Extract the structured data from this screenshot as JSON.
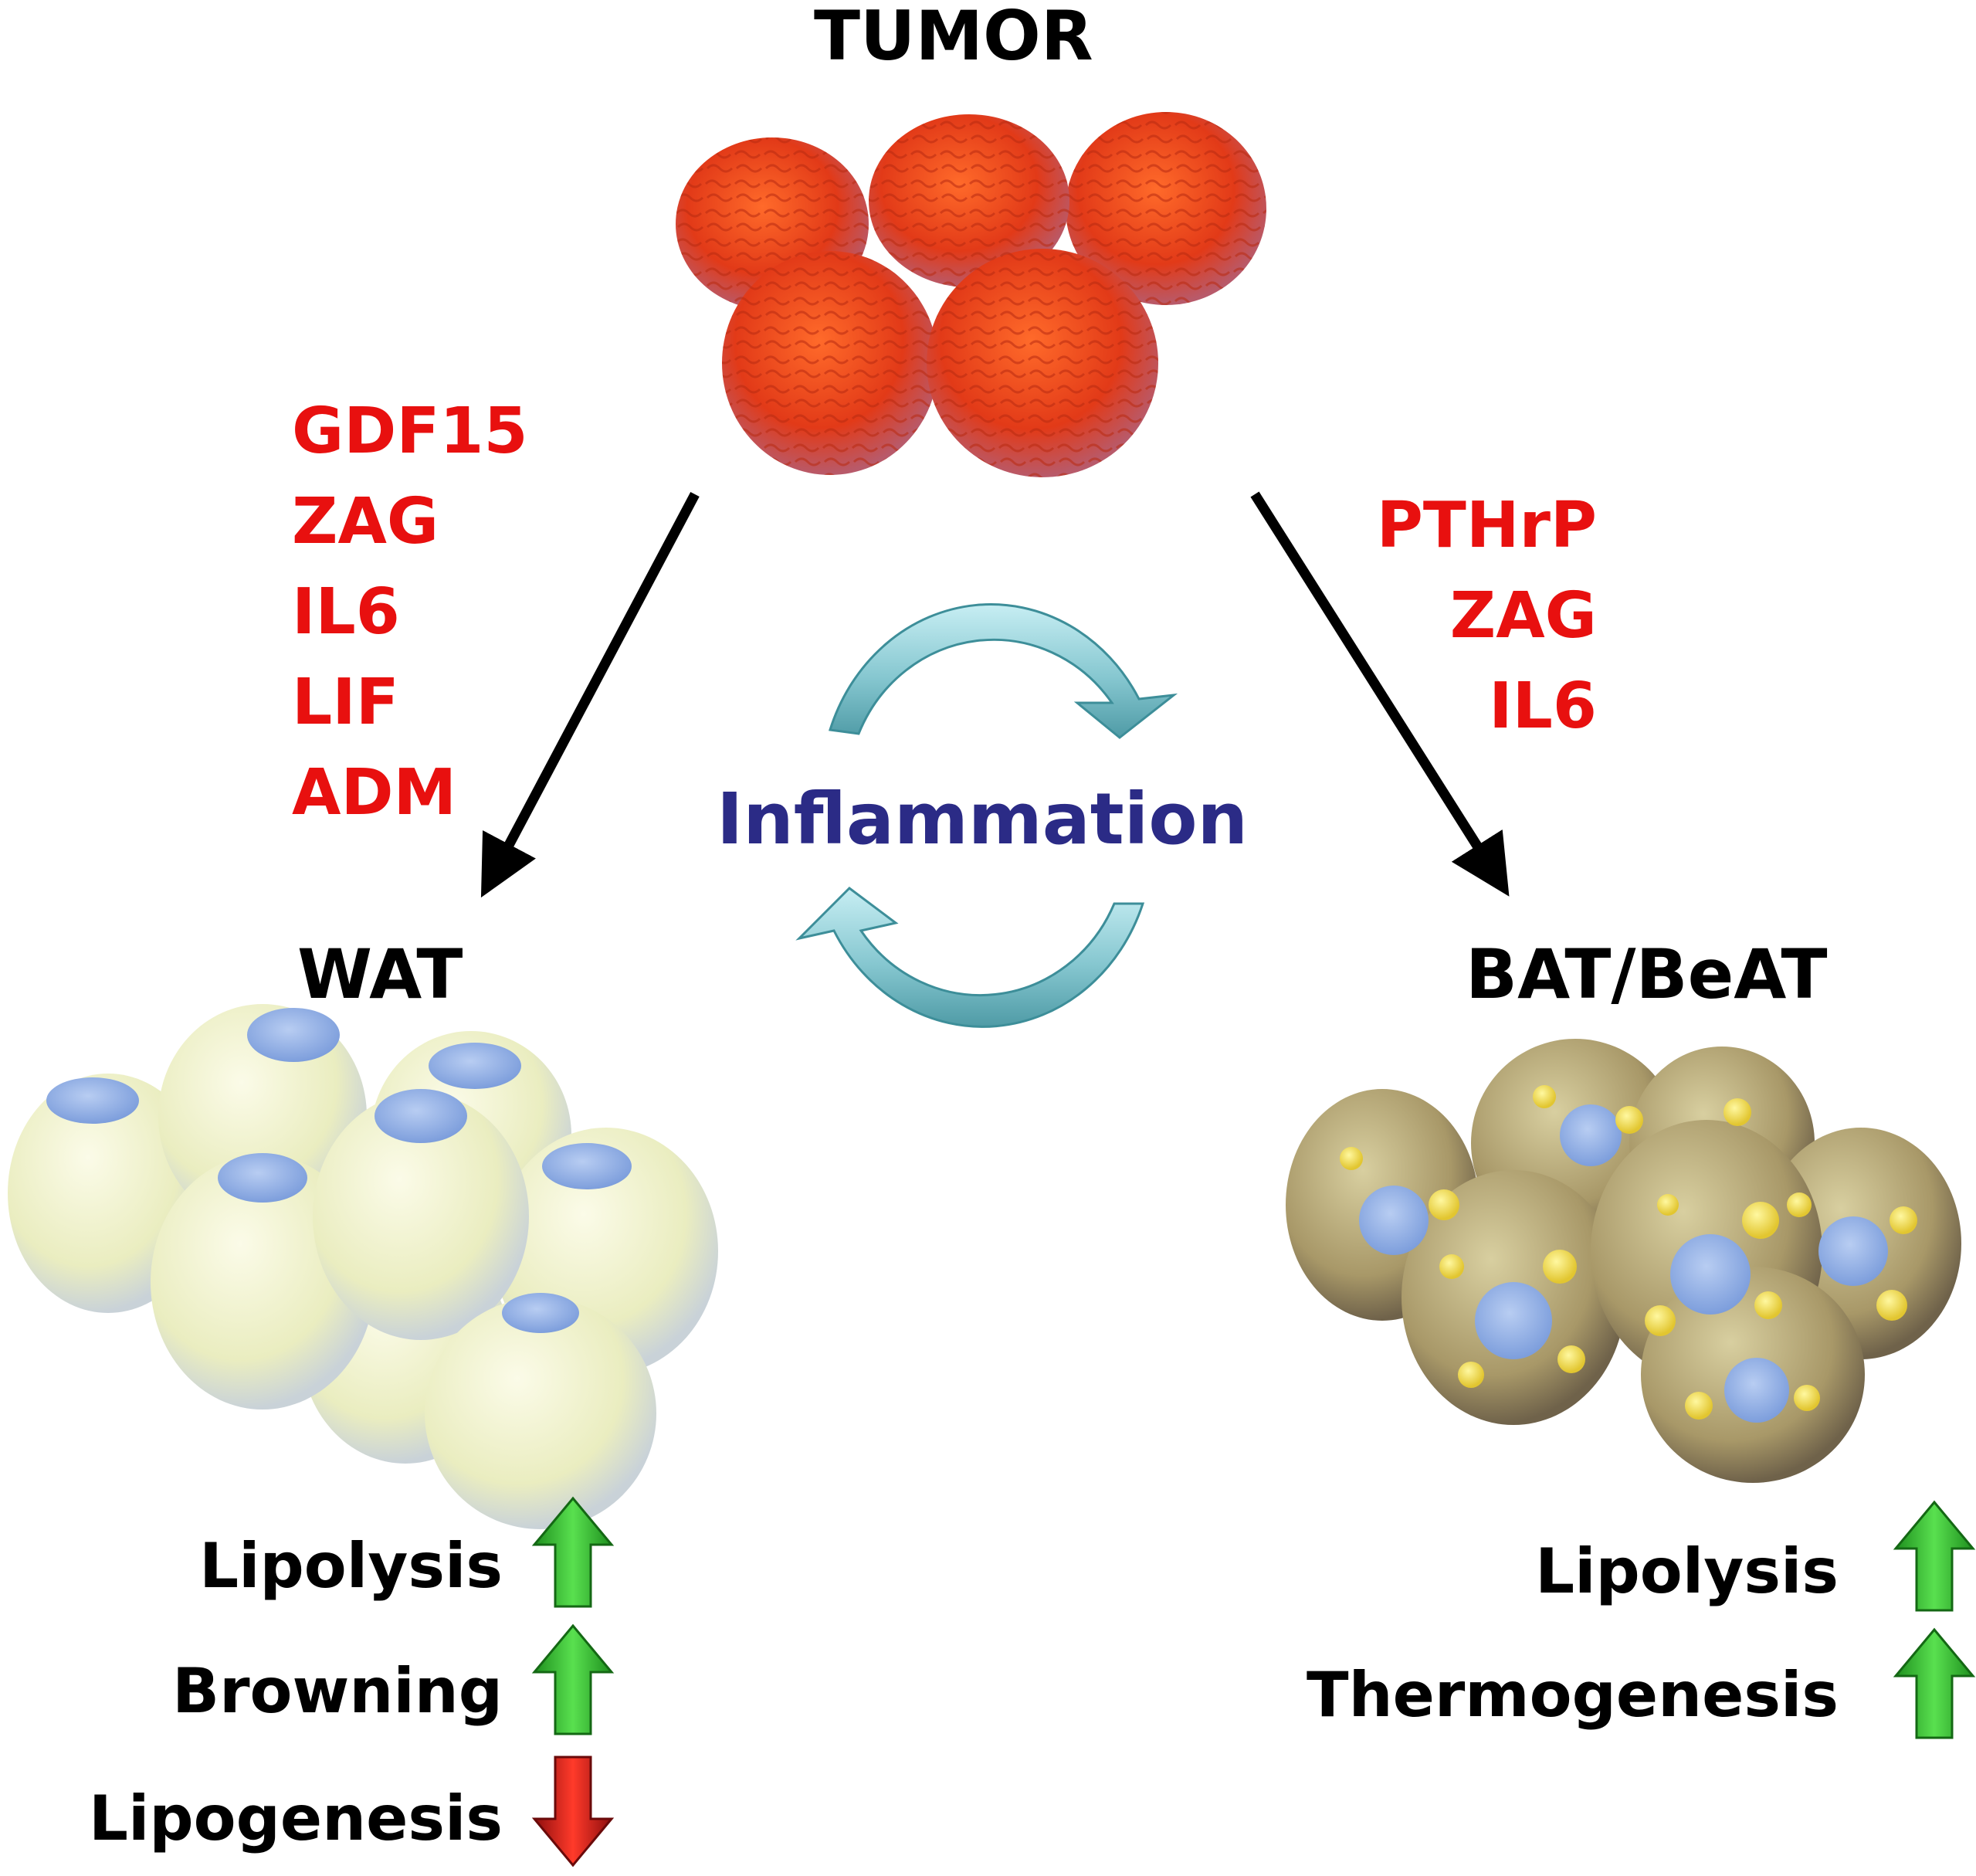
{
  "tumor": {
    "label": "TUMOR",
    "color": "#e8421c"
  },
  "wat": {
    "label": "WAT",
    "factors": [
      "GDF15",
      "ZAG",
      "IL6",
      "LIF",
      "ADM"
    ],
    "effects": [
      {
        "label": "Lipolysis",
        "direction": "up"
      },
      {
        "label": "Browning",
        "direction": "up"
      },
      {
        "label": "Lipogenesis",
        "direction": "down"
      }
    ]
  },
  "bat": {
    "label": "BAT/BeAT",
    "factors": [
      "PTHrP",
      "ZAG",
      "IL6"
    ],
    "effects": [
      {
        "label": "Lipolysis",
        "direction": "up"
      },
      {
        "label": "Thermogenesis",
        "direction": "up"
      }
    ]
  },
  "center": {
    "label": "Inflammation"
  },
  "colors": {
    "factor_text": "#e8100f",
    "inflammation_text": "#2b2b86",
    "up_arrow": "#2fb52f",
    "down_arrow": "#d41a1a",
    "cycle_arrow": "#8fd0d8"
  }
}
